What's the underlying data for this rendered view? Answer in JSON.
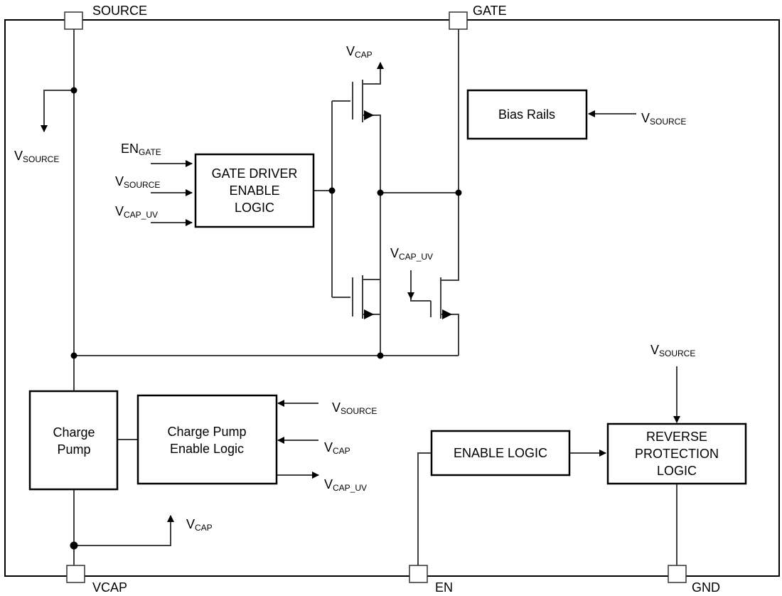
{
  "pins": {
    "source": "SOURCE",
    "gate": "GATE",
    "vcap": "VCAP",
    "en": "EN",
    "gnd": "GND"
  },
  "blocks": {
    "gate_driver": [
      "GATE DRIVER",
      "ENABLE",
      "LOGIC"
    ],
    "bias_rails": "Bias Rails",
    "charge_pump": [
      "Charge",
      "Pump"
    ],
    "cp_enable_logic": [
      "Charge Pump",
      "Enable Logic"
    ],
    "enable_logic": "ENABLE LOGIC",
    "reverse_protection": [
      "REVERSE",
      "PROTECTION",
      "LOGIC"
    ]
  },
  "signals": {
    "v": "V",
    "en": "EN",
    "source_sub": "SOURCE",
    "cap_sub": "CAP",
    "cap_uv_sub": "CAP_UV",
    "gate_sub": "GATE"
  }
}
